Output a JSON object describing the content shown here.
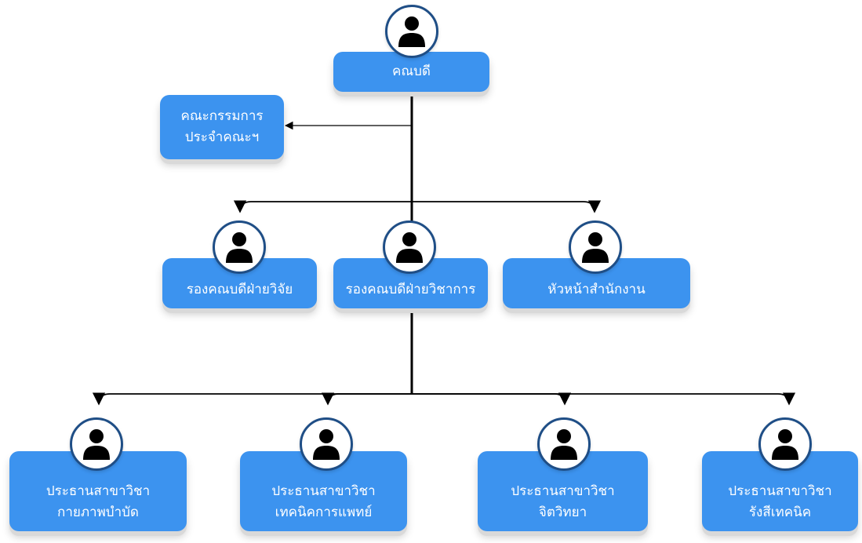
{
  "chart": {
    "dean": "คณบดี",
    "committee": {
      "line1": "คณะกรรมการ",
      "line2": "ประจำคณะฯ"
    },
    "deputy_research": "รองคณบดีฝ่ายวิจัย",
    "deputy_academic": "รองคณบดีฝ่ายวิชาการ",
    "office_head": "หัวหน้าสำนักงาน",
    "programs": [
      {
        "line1": "ประธานสาขาวิชา",
        "line2": "กายภาพบำบัด"
      },
      {
        "line1": "ประธานสาขาวิชา",
        "line2": "เทคนิคการแพทย์"
      },
      {
        "line1": "ประธานสาขาวิชา",
        "line2": "จิตวิทยา"
      },
      {
        "line1": "ประธานสาขาวิชา",
        "line2": "รังสีเทคนิค"
      }
    ]
  },
  "colors": {
    "box": "#3c93ef",
    "box_text": "#ffffff",
    "avatar_ring": "#1f4e86",
    "person": "#000000",
    "line": "#000000"
  },
  "icons": {
    "person": "person-icon"
  }
}
